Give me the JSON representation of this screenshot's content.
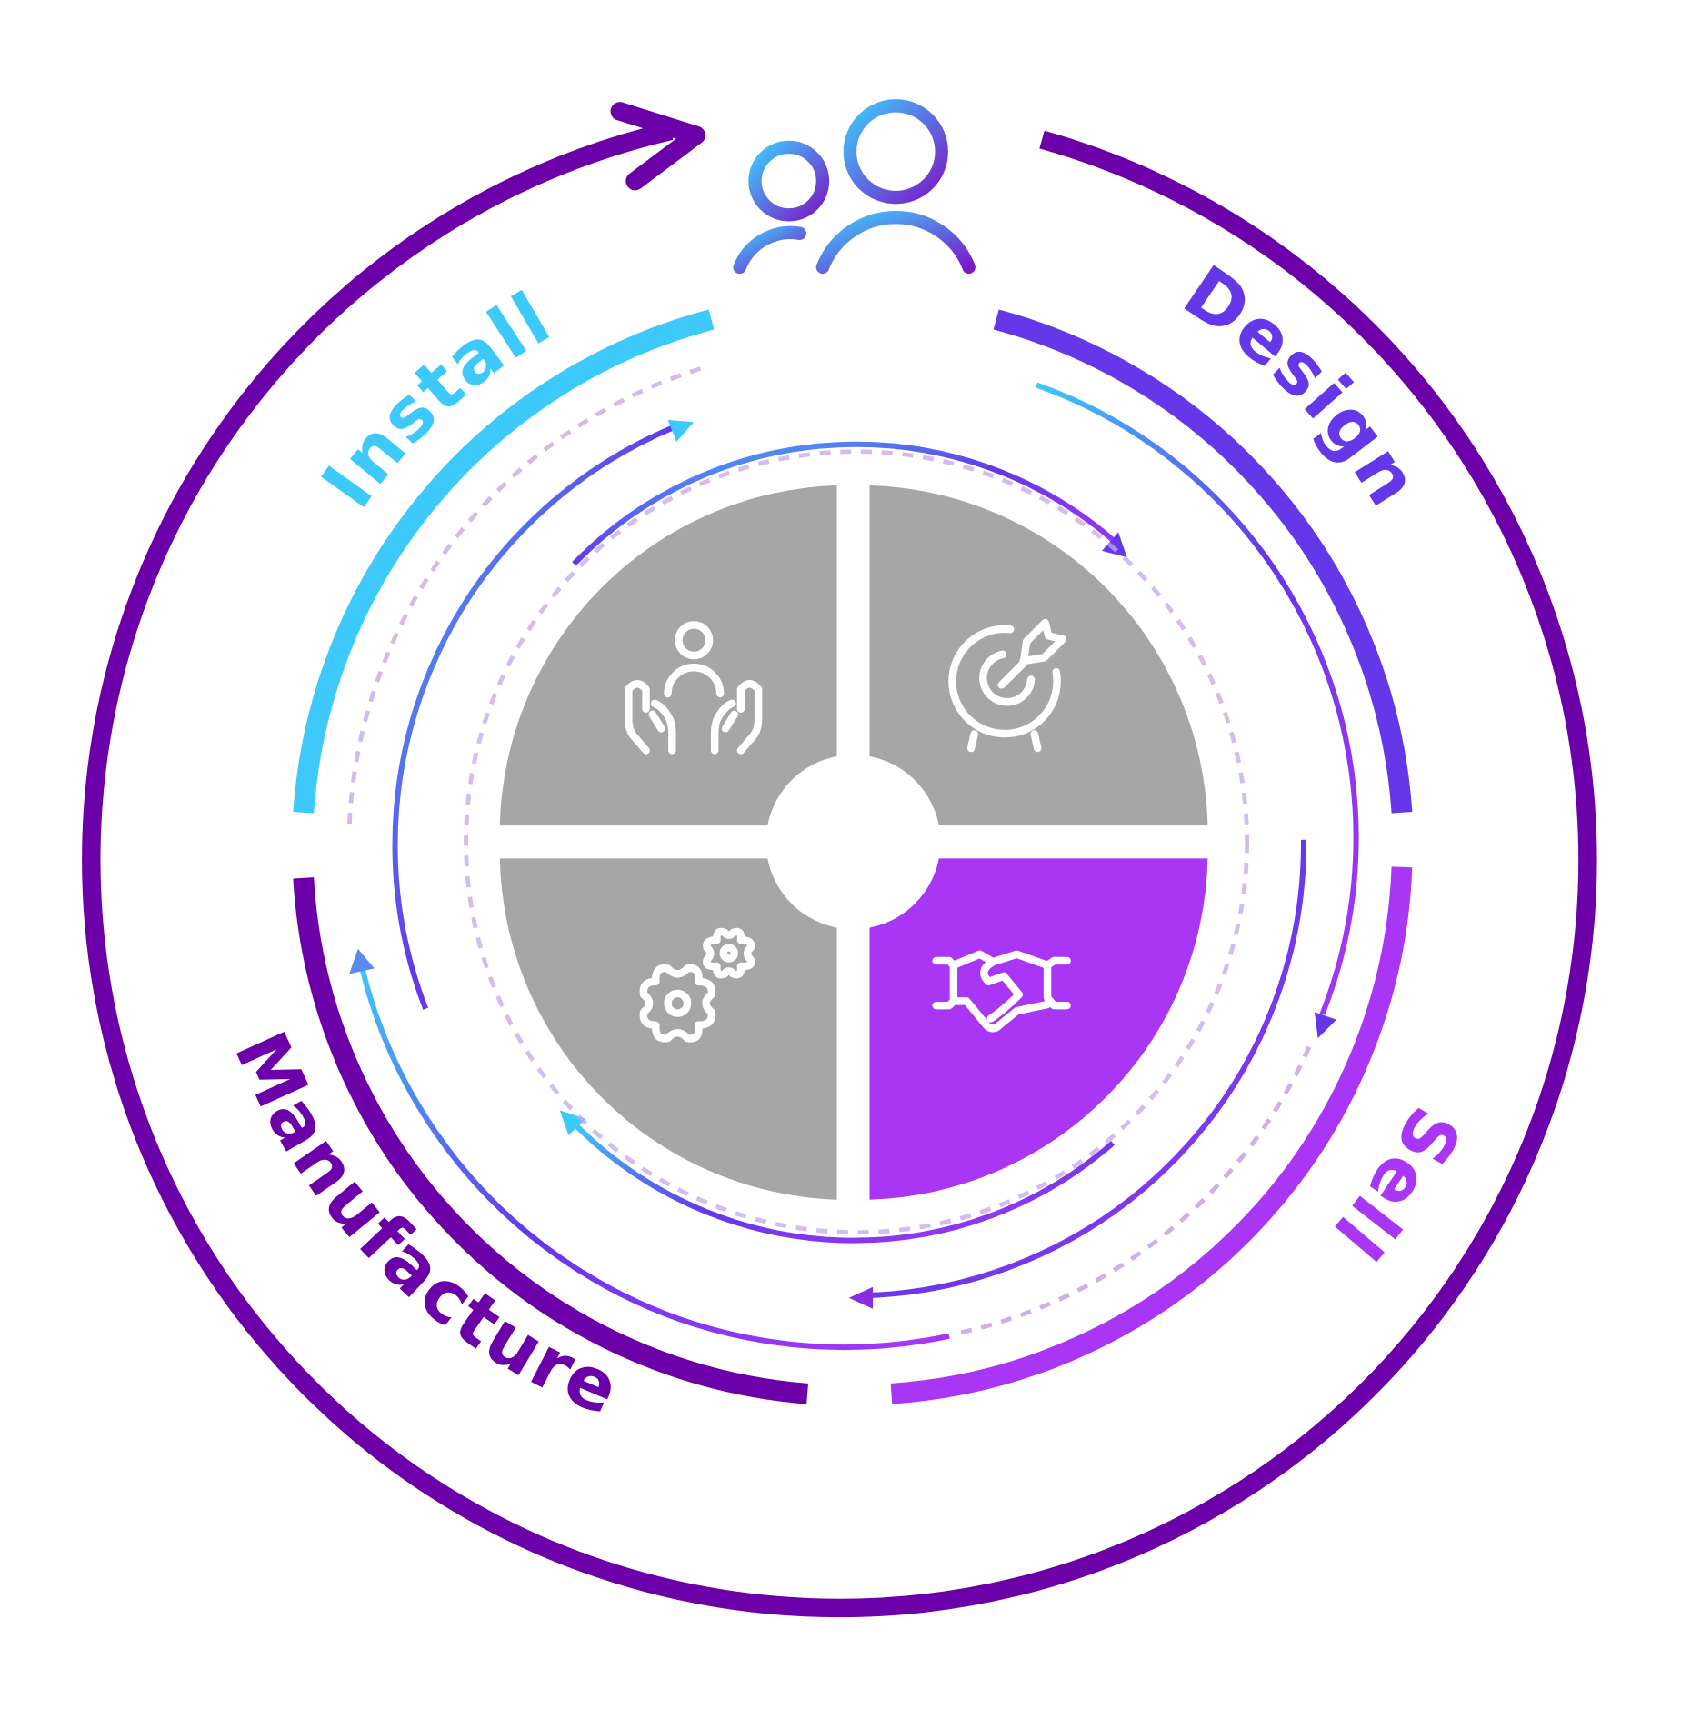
{
  "diagram": {
    "stages": [
      {
        "label": "Design",
        "color": "#6438e8"
      },
      {
        "label": "Sell",
        "color": "#a936f5"
      },
      {
        "label": "Manufacture",
        "color": "#6c00a8"
      },
      {
        "label": "Install",
        "color": "#3ec9fb"
      }
    ],
    "center_icon": "users-icon",
    "quadrant_icons": [
      "hands-person-icon",
      "target-icon",
      "gears-icon",
      "handshake-icon"
    ],
    "colors": {
      "outer_ring": "#6c00a8",
      "quadrant_gray": "#a6a6a6",
      "quadrant_active": "#a936f5"
    }
  }
}
